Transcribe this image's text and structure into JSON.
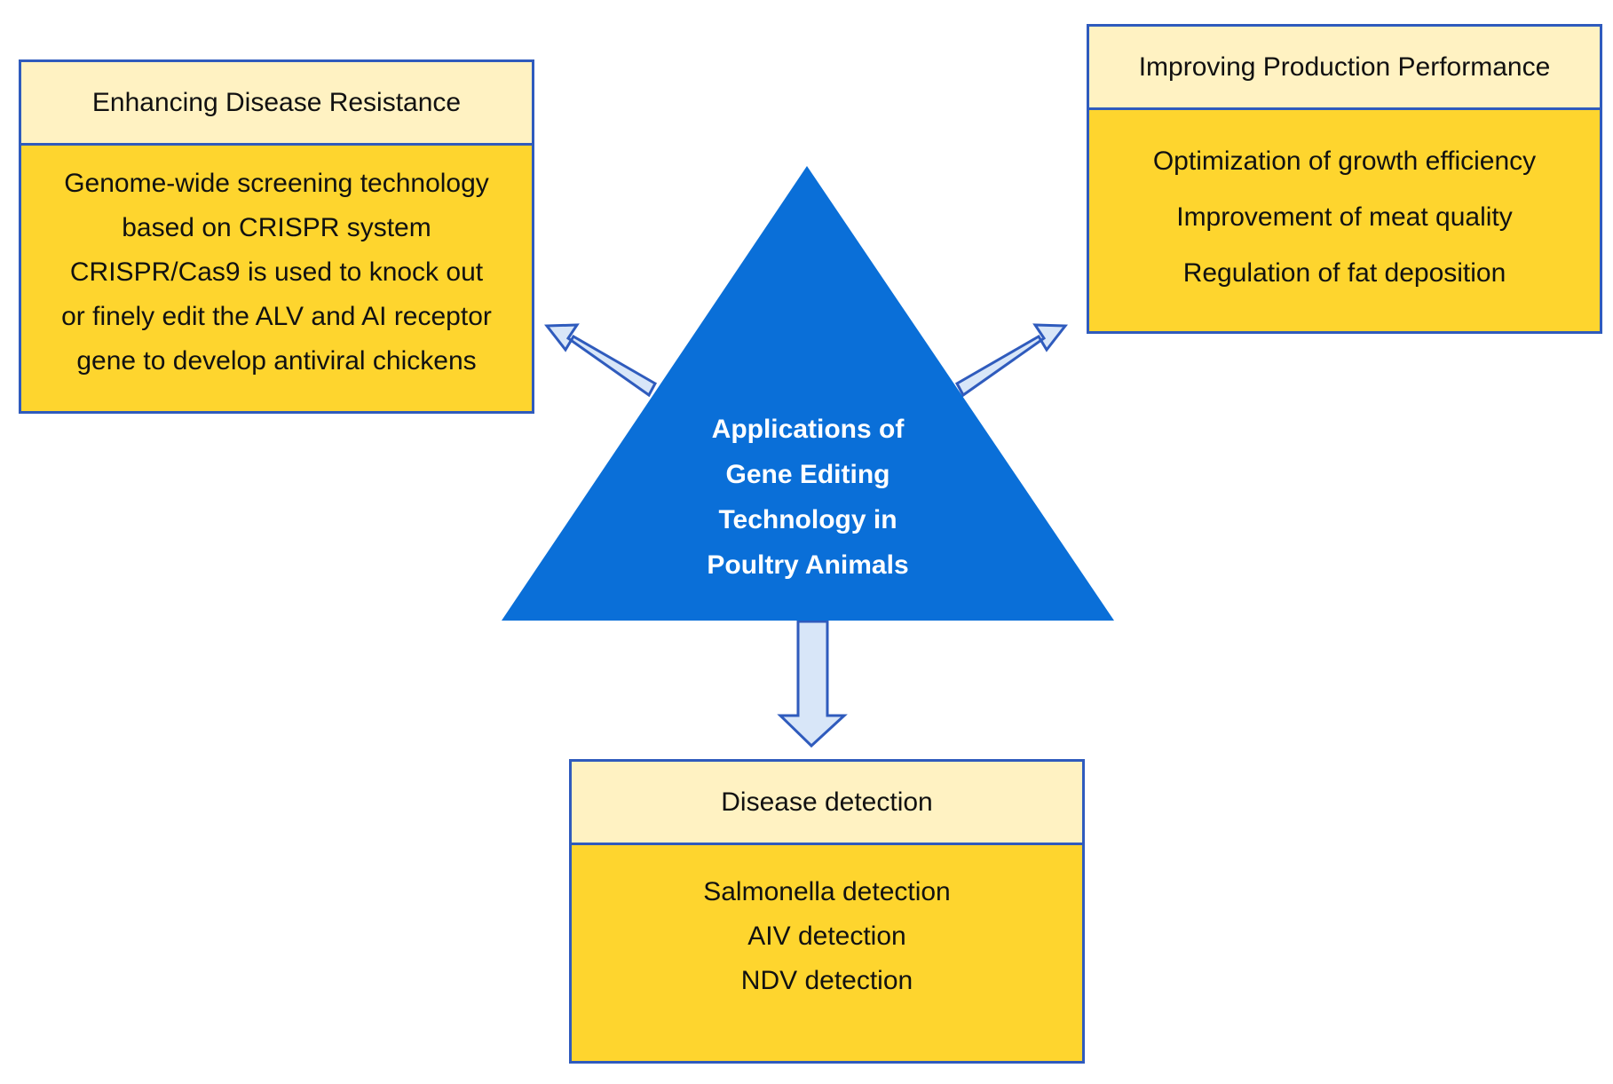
{
  "colors": {
    "triangle": "#0a6fd8",
    "arrow_fill": "#d8e6f8",
    "arrow_stroke": "#2f5bbd",
    "box_border": "#2f5bbd",
    "box_header": "#fff2c2",
    "box_body": "#fed52e"
  },
  "center": {
    "lines": [
      "Applications of",
      "Gene Editing",
      "Technology in",
      "Poultry Animals"
    ]
  },
  "boxes": {
    "disease_resistance": {
      "title": "Enhancing Disease Resistance",
      "lines": [
        "Genome-wide screening technology",
        "based on CRISPR system",
        "CRISPR/Cas9 is used to knock out",
        "or finely edit the ALV and AI receptor",
        "gene to develop antiviral chickens"
      ]
    },
    "production_performance": {
      "title": "Improving Production Performance",
      "lines": [
        "Optimization of growth efficiency",
        "Improvement of meat quality",
        "Regulation of fat deposition"
      ]
    },
    "disease_detection": {
      "title": "Disease detection",
      "lines": [
        "Salmonella detection",
        "AIV detection",
        "NDV detection"
      ]
    }
  }
}
